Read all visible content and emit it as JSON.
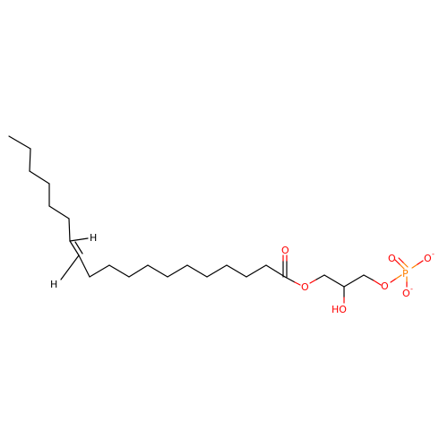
{
  "colors": {
    "carbon_bond": "#000000",
    "oxygen": "#ff0000",
    "phosphorus": "#ff8000",
    "hydrogen": "#000000",
    "background": "#ffffff"
  },
  "atom_labels": {
    "H_upper": "H",
    "H_lower": "H",
    "O_carbonyl": "O",
    "O_ester": "O",
    "OH": "HO",
    "O_phosphate_ester": "O",
    "P": "P",
    "O_P_double": "O",
    "O_P_minus_top": "O",
    "O_P_minus_bottom": "O",
    "charge_top": "-",
    "charge_bottom": "-"
  }
}
